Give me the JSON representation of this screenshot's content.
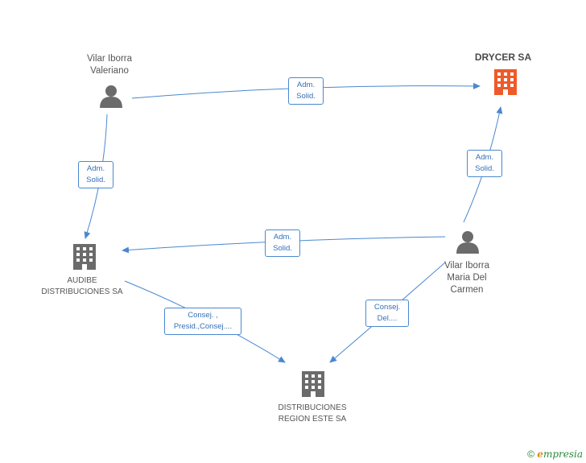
{
  "nodes": {
    "vilar_valeriano": {
      "line1": "Vilar Iborra",
      "line2": "Valeriano"
    },
    "drycer": {
      "name": "DRYCER SA"
    },
    "audibe": {
      "line1": "AUDIBE",
      "line2": "DISTRIBUCIONES SA"
    },
    "vilar_maria": {
      "line1": "Vilar Iborra",
      "line2": "Maria Del",
      "line3": "Carmen"
    },
    "distribuciones": {
      "line1": "DISTRIBUCIONES",
      "line2": "REGION ESTE SA"
    }
  },
  "edges": {
    "valeriano_drycer": {
      "line1": "Adm.",
      "line2": "Solid."
    },
    "valeriano_audibe": {
      "line1": "Adm.",
      "line2": "Solid."
    },
    "maria_drycer": {
      "line1": "Adm.",
      "line2": "Solid."
    },
    "maria_audibe": {
      "line1": "Adm.",
      "line2": "Solid."
    },
    "audibe_distribuciones": {
      "line1": "Consej. ,",
      "line2": "Presid.,Consej...."
    },
    "maria_distribuciones": {
      "line1": "Consej.",
      "line2": "Del...."
    }
  },
  "footer": {
    "copyright": "©",
    "brand_initial": "e",
    "brand_rest": "mpresia"
  },
  "colors": {
    "edge": "#4a88d0",
    "company_highlight": "#f05a28",
    "company": "#6b6b6b",
    "person": "#6b6b6b"
  },
  "icons": {
    "person": "person-icon",
    "company": "building-icon"
  }
}
